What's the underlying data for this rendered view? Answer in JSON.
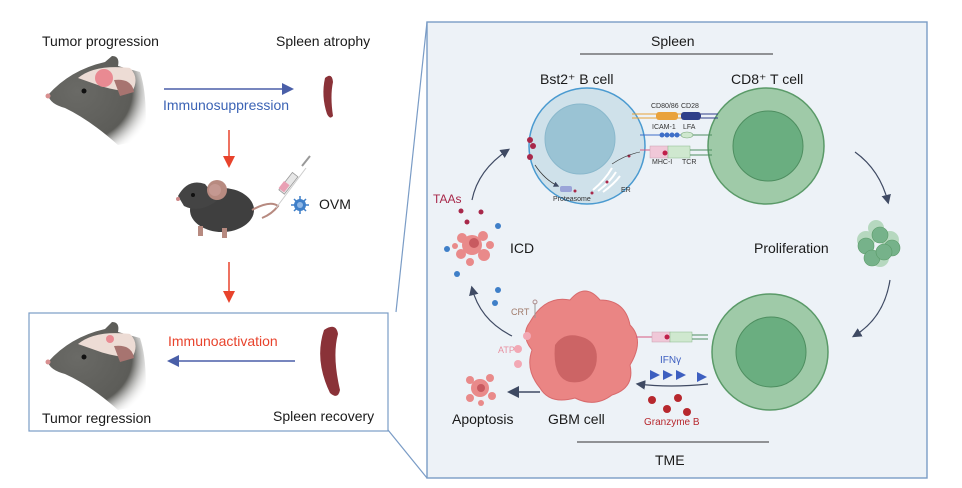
{
  "left": {
    "tumor_progression": "Tumor  progression",
    "spleen_atrophy": "Spleen atrophy",
    "immunosuppression": "Immunosuppression",
    "ovm": "OVM",
    "immunoactivation": "Immunoactivation",
    "tumor_regression": "Tumor  regression",
    "spleen_recovery": "Spleen recovery"
  },
  "panel": {
    "spleen_title": "Spleen",
    "tme_title": "TME",
    "b_cell": "Bst2⁺ B cell",
    "t_cell": "CD8⁺ T cell",
    "cd80_86": "CD80/86",
    "cd28": "CD28",
    "icam1": "ICAM-1",
    "lfa": "LFA",
    "mhc1": "MHC-I",
    "tcr": "TCR",
    "proteasome": "Proteasome",
    "er": "ER",
    "taas": "TAAs",
    "icd": "ICD",
    "proliferation": "Proliferation",
    "crt": "CRT",
    "atp": "ATP",
    "apoptosis": "Apoptosis",
    "gbm_cell": "GBM cell",
    "ifng": "IFNγ",
    "granzyme_b": "Granzyme B"
  },
  "colors": {
    "immunosuppression": "#3b63b5",
    "immunoactivation": "#e8432c",
    "red_arrow": "#e8432c",
    "blue_arrow": "#4a5fa8",
    "panel_bg": "#edf2f7",
    "panel_border": "#7a9cc6",
    "taas": "#a8284a",
    "granzyme": "#b7282e",
    "ifng": "#3d5fc0"
  }
}
